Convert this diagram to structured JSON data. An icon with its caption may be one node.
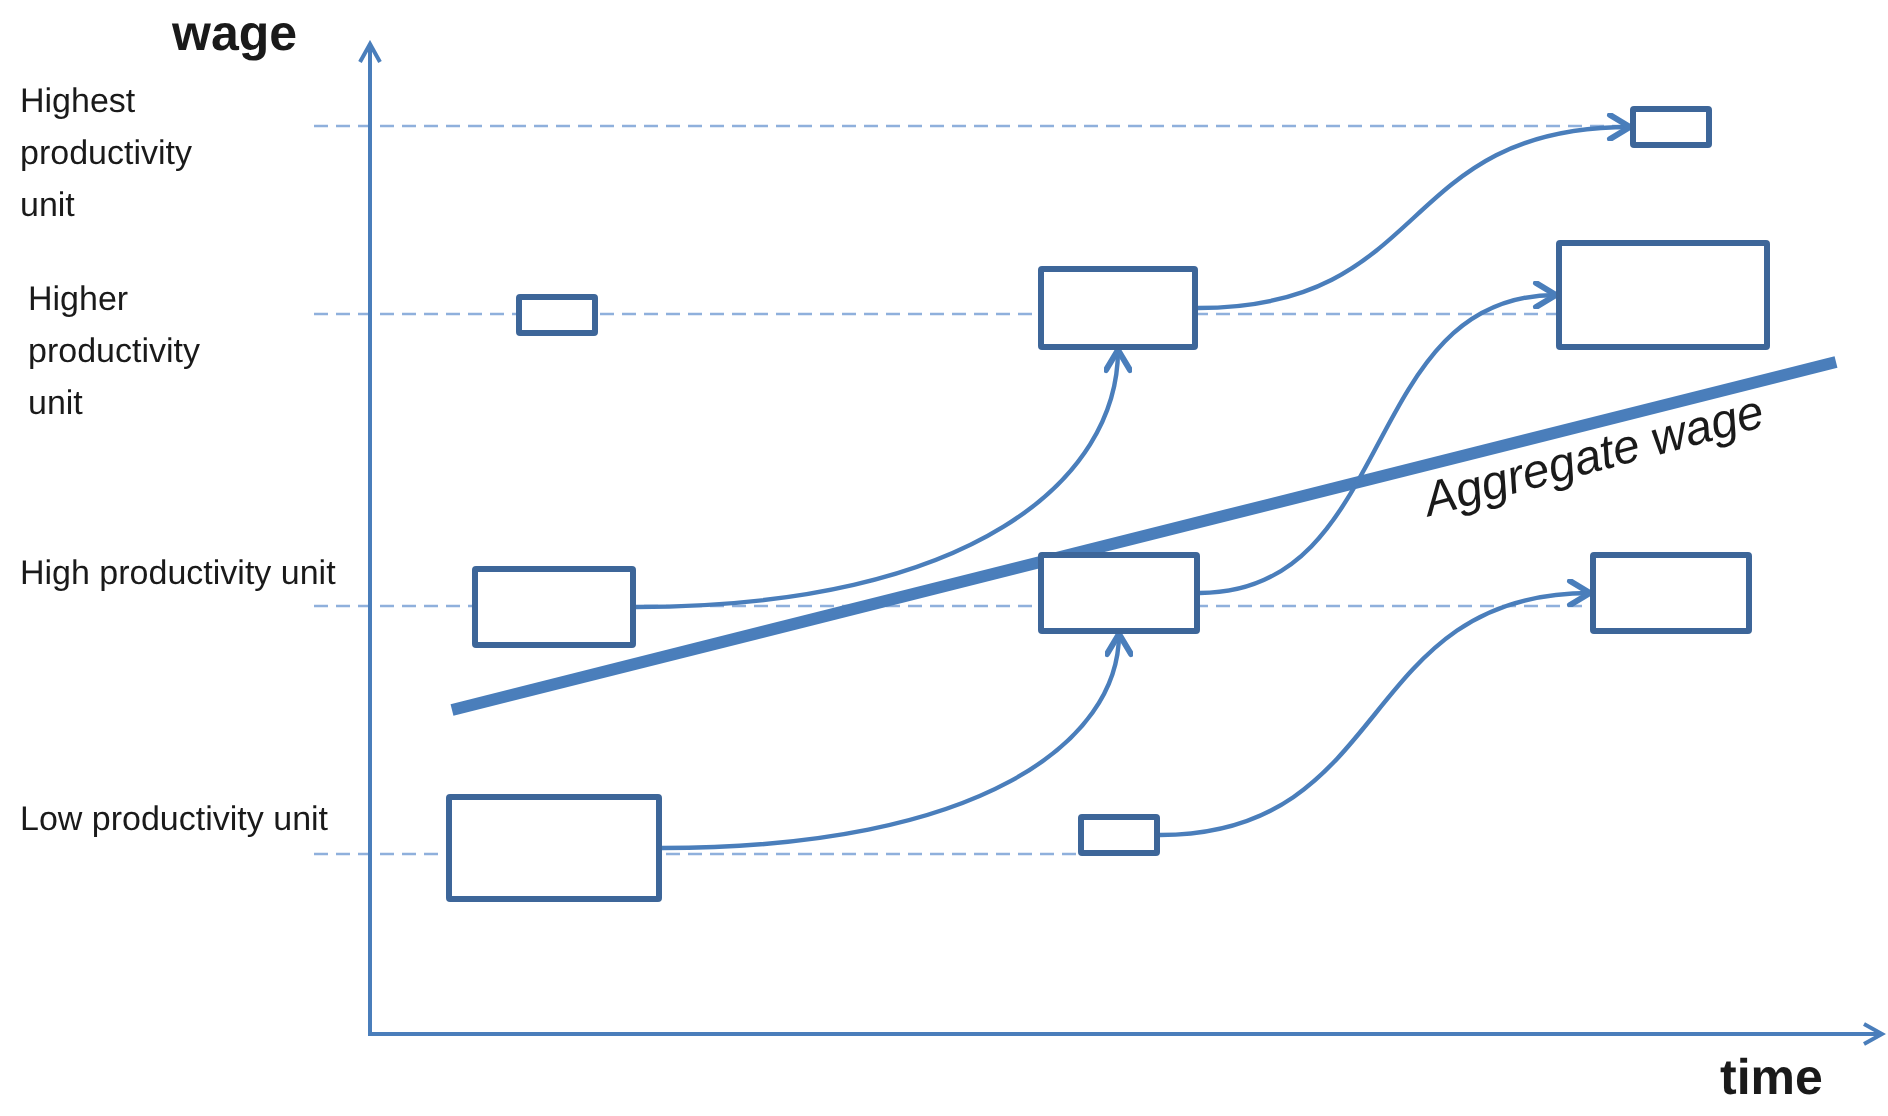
{
  "diagram": {
    "nodes": [
      {
        "text": [],
        "shape": "box"
      },
      {
        "text": [],
        "shape": "box"
      },
      {
        "text": [],
        "shape": "box"
      },
      {
        "text": [],
        "shape": "box"
      },
      {
        "text": [],
        "shape": "box"
      },
      {
        "text": [],
        "shape": "box"
      },
      {
        "text": [],
        "shape": "box"
      },
      {
        "text": [],
        "shape": "box"
      },
      {
        "text": [],
        "shape": "box"
      }
    ],
    "edges": [
      {
        "from": 1,
        "to": 3,
        "arrow": "to"
      },
      {
        "from": 2,
        "to": 4,
        "arrow": "to"
      },
      {
        "from": 3,
        "to": 6,
        "arrow": "to"
      },
      {
        "from": 4,
        "to": 7,
        "arrow": "to"
      },
      {
        "from": 5,
        "to": 8,
        "arrow": "to"
      }
    ],
    "labels": [
      "wage",
      "Highest productivity unit",
      "Higher productivity unit",
      "Aggregate wage",
      "High productivity unit",
      "Low productivity unit",
      "time"
    ]
  }
}
